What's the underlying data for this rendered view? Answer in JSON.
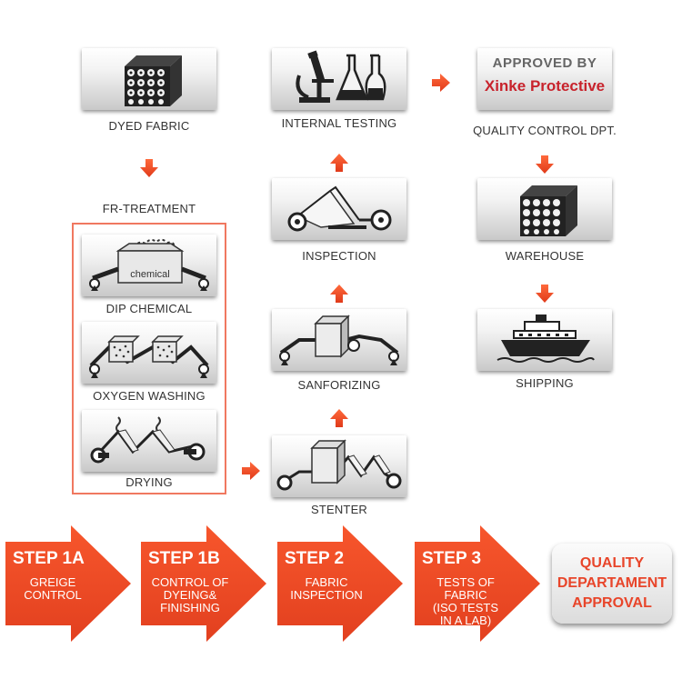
{
  "boxes": {
    "dyed_fabric": "DYED FABRIC",
    "fr_treatment": "FR-TREATMENT",
    "dip_chemical": "DIP CHEMICAL",
    "chemical_tag": "chemical",
    "oxygen_washing": "OXYGEN WASHING",
    "drying": "DRYING",
    "internal_testing": "INTERNAL TESTING",
    "inspection": "INSPECTION",
    "sanforizing": "SANFORIZING",
    "stenter": "STENTER",
    "approved_by": "APPROVED BY",
    "xinke": "Xinke Protective",
    "quality_control": "QUALITY CONTROL DPT.",
    "warehouse": "WAREHOUSE",
    "shipping": "SHIPPING"
  },
  "steps": [
    {
      "title": "STEP 1A",
      "lines": [
        "GREIGE",
        "CONTROL"
      ]
    },
    {
      "title": "STEP 1B",
      "lines": [
        "CONTROL OF",
        "DYEING&",
        "FINISHING"
      ]
    },
    {
      "title": "STEP 2",
      "lines": [
        "FABRIC",
        "INSPECTION"
      ]
    },
    {
      "title": "STEP 3",
      "lines": [
        "TESTS OF FABRIC",
        "(ISO TESTS",
        "IN A LAB)"
      ]
    }
  ],
  "final": {
    "lines": [
      "QUALITY",
      "DEPARTAMENT",
      "APPROVAL"
    ]
  },
  "colors": {
    "accent": "#f04a26",
    "frame": "#f07860",
    "label": "#333333",
    "xinke_red": "#c8232c"
  }
}
